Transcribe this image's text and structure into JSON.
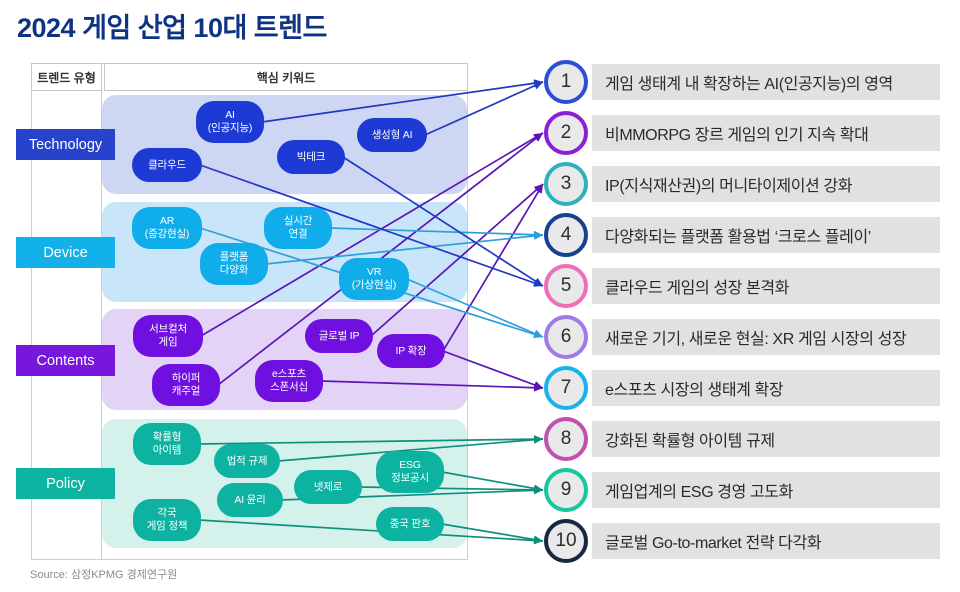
{
  "title": "2024 게임 산업 10대 트렌드",
  "columns": {
    "trend_type_header": "트렌드 유형",
    "keyword_header": "핵심 키워드"
  },
  "source": "Source: 삼정KPMG 경제연구원",
  "categories": [
    {
      "id": "technology",
      "label": "Technology",
      "accent": "#2742cb",
      "band": "#cdd7f4",
      "bubble": "#1e3ad4",
      "line": "#2238c4",
      "keywords": [
        {
          "id": "ai",
          "label": "AI\n(인공지능)"
        },
        {
          "id": "cloud",
          "label": "클라우드"
        },
        {
          "id": "bigtech",
          "label": "빅테크"
        },
        {
          "id": "genai",
          "label": "생성형 AI"
        }
      ]
    },
    {
      "id": "device",
      "label": "Device",
      "accent": "#12b1e9",
      "band": "#c9e5f9",
      "bubble": "#0fadea",
      "line": "#2f9fdc",
      "keywords": [
        {
          "id": "ar",
          "label": "AR\n(증강현실)"
        },
        {
          "id": "realtime",
          "label": "실시간\n연결"
        },
        {
          "id": "platform",
          "label": "플랫폼\n다양화"
        },
        {
          "id": "vr",
          "label": "VR\n(가상현실)"
        }
      ]
    },
    {
      "id": "contents",
      "label": "Contents",
      "accent": "#7716dc",
      "band": "#e3d3f6",
      "bubble": "#6f10e0",
      "line": "#5b15b5",
      "keywords": [
        {
          "id": "subculture",
          "label": "서브컬처\n게임"
        },
        {
          "id": "globalip",
          "label": "글로벌 IP"
        },
        {
          "id": "ipexp",
          "label": "IP 확장"
        },
        {
          "id": "hyper",
          "label": "하이퍼\n캐주얼"
        },
        {
          "id": "esports",
          "label": "e스포츠\n스폰서십"
        }
      ]
    },
    {
      "id": "policy",
      "label": "Policy",
      "accent": "#0db4a2",
      "band": "#d5f1eb",
      "bubble": "#0db3a0",
      "line": "#0f8f7d",
      "keywords": [
        {
          "id": "random",
          "label": "확률형\n아이템"
        },
        {
          "id": "legal",
          "label": "법적 규제"
        },
        {
          "id": "esg",
          "label": "ESG\n정보공시"
        },
        {
          "id": "netzero",
          "label": "넷제로"
        },
        {
          "id": "aiethics",
          "label": "AI 윤리"
        },
        {
          "id": "national",
          "label": "각국\n게임 정책"
        },
        {
          "id": "china",
          "label": "중국 판호"
        }
      ]
    }
  ],
  "trends": [
    {
      "num": "1",
      "label": "게임 생태계 내 확장하는 AI(인공지능)의 영역",
      "ring": "#2b50d6"
    },
    {
      "num": "2",
      "label": "비MMORPG 장르 게임의 인기 지속 확대",
      "ring": "#8b1fd6"
    },
    {
      "num": "3",
      "label": "IP(지식재산권)의 머니타이제이션 강화",
      "ring": "#2fb0bc"
    },
    {
      "num": "4",
      "label": "다양화되는 플랫폼 활용법 ‘크로스 플레이’",
      "ring": "#15418f"
    },
    {
      "num": "5",
      "label": "클라우드 게임의 성장 본격화",
      "ring": "#f06eb7"
    },
    {
      "num": "6",
      "label": "새로운 기기, 새로운 현실: XR 게임 시장의 성장",
      "ring": "#9f7ae8"
    },
    {
      "num": "7",
      "label": "e스포츠 시장의 생태계 확장",
      "ring": "#1ab2ea"
    },
    {
      "num": "8",
      "label": "강화된 확률형 아이템 규제",
      "ring": "#c34fae"
    },
    {
      "num": "9",
      "label": "게임업계의 ESG 경영 고도화",
      "ring": "#15c79b"
    },
    {
      "num": "10",
      "label": "글로벌 Go-to-market 전략 다각화",
      "ring": "#16293f"
    }
  ],
  "connections": [
    {
      "from": "ai",
      "to": 1
    },
    {
      "from": "genai",
      "to": 1
    },
    {
      "from": "subculture",
      "to": 2
    },
    {
      "from": "hyper",
      "to": 2
    },
    {
      "from": "globalip",
      "to": 3
    },
    {
      "from": "ipexp",
      "to": 3
    },
    {
      "from": "realtime",
      "to": 4
    },
    {
      "from": "platform",
      "to": 4
    },
    {
      "from": "cloud",
      "to": 5
    },
    {
      "from": "bigtech",
      "to": 5
    },
    {
      "from": "ar",
      "to": 6
    },
    {
      "from": "vr",
      "to": 6
    },
    {
      "from": "ipexp",
      "to": 7
    },
    {
      "from": "esports",
      "to": 7
    },
    {
      "from": "random",
      "to": 8
    },
    {
      "from": "legal",
      "to": 8
    },
    {
      "from": "esg",
      "to": 9
    },
    {
      "from": "netzero",
      "to": 9
    },
    {
      "from": "aiethics",
      "to": 9
    },
    {
      "from": "national",
      "to": 10
    },
    {
      "from": "china",
      "to": 10
    }
  ]
}
